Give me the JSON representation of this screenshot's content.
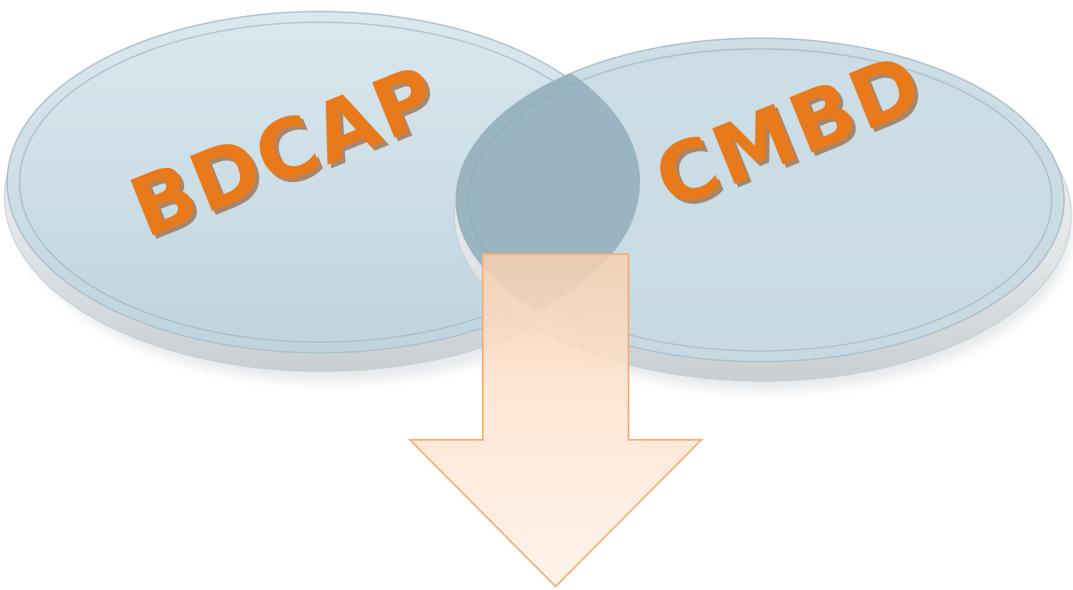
{
  "diagram": {
    "type": "venn-with-arrow",
    "sets": [
      {
        "id": "left",
        "label": "BDCAP"
      },
      {
        "id": "right",
        "label": "CMBD"
      }
    ],
    "colors": {
      "disc_fill": "#c9dce4",
      "disc_edge": "#8fa9b6",
      "overlap_fill": "#8aa7b4",
      "label_color": "#e87a1c",
      "label_shadow": "#8a3f08",
      "arrow_fill": "#fde5d2",
      "arrow_stroke": "#f2b27a"
    }
  }
}
